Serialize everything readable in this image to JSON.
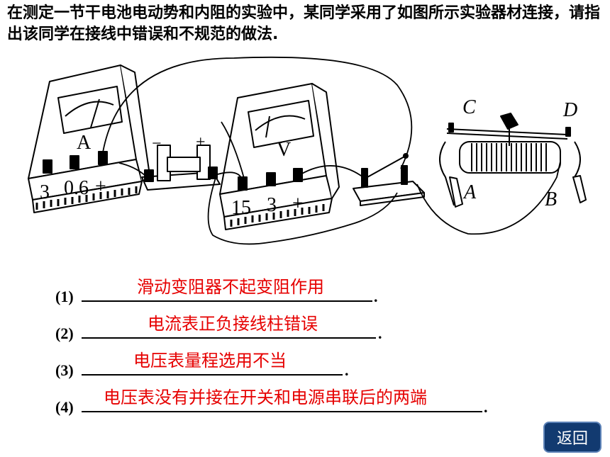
{
  "question": {
    "text": "在测定一节干电池电动势和内阻的实验中，某同学采用了如图所示实验器材连接，请指出该同学在接线中错误和不规范的做法."
  },
  "figure": {
    "ammeter": {
      "symbol": "A",
      "terminals": [
        "3",
        "0.6",
        "+"
      ]
    },
    "battery": {
      "minus": "−",
      "plus": "+"
    },
    "voltmeter": {
      "symbol": "V",
      "terminals": [
        "15",
        "3",
        "+"
      ]
    },
    "rheostat": {
      "top_left": "C",
      "top_right": "D",
      "bottom_left": "A",
      "bottom_right": "B"
    }
  },
  "answers": [
    {
      "num": "(1)",
      "text": "滑动变阻器不起变阻作用"
    },
    {
      "num": "(2)",
      "text": "电流表正负接线柱错误"
    },
    {
      "num": "(3)",
      "text": "电压表量程选用不当"
    },
    {
      "num": "(4)",
      "text": "电压表没有并接在开关和电源串联后的两端"
    }
  ],
  "punct": ".",
  "back_button": {
    "label": "返回"
  }
}
